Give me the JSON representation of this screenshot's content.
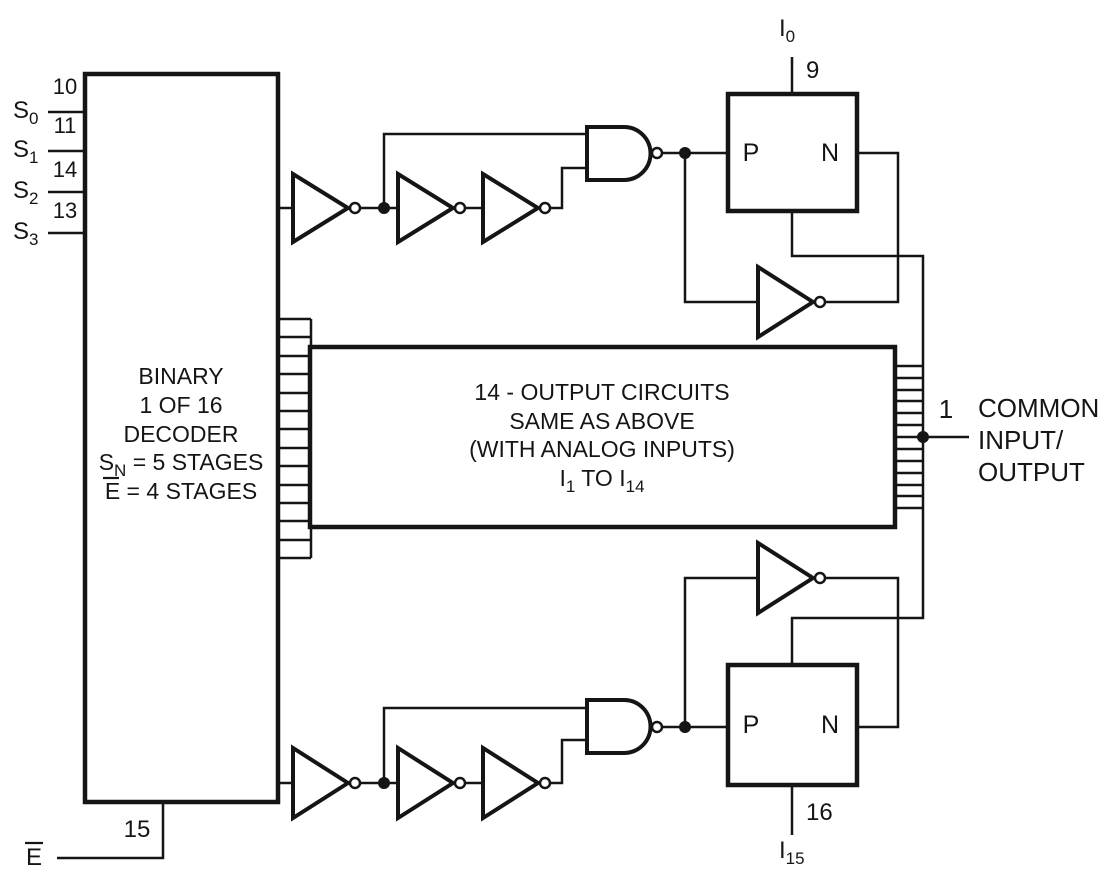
{
  "colors": {
    "ink": "#151515",
    "background": "#ffffff"
  },
  "decoder": {
    "lines": [
      "BINARY",
      "1 OF 16",
      "DECODER"
    ],
    "sn_stages": {
      "base": "S",
      "sub": "N",
      "rest": " = 5 STAGES"
    },
    "e_stages": {
      "base": "E",
      "rest": " = 4 STAGES",
      "overline_on_e": true
    },
    "select_inputs": [
      {
        "label": "S",
        "sub": "0",
        "pin": "10"
      },
      {
        "label": "S",
        "sub": "1",
        "pin": "11"
      },
      {
        "label": "S",
        "sub": "2",
        "pin": "14"
      },
      {
        "label": "S",
        "sub": "3",
        "pin": "13"
      }
    ],
    "enable_input": {
      "label": "E",
      "overline": true,
      "pin": "15"
    }
  },
  "output_circuits_block": {
    "lines": [
      "14 - OUTPUT CIRCUITS",
      "SAME AS ABOVE",
      "(WITH ANALOG INPUTS)"
    ],
    "range": {
      "base1": "I",
      "sub1": "1",
      "mid": " TO I",
      "sub2": "14"
    }
  },
  "channel_top": {
    "input": {
      "base": "I",
      "sub": "0"
    },
    "input_pin": "9",
    "p_label": "P",
    "n_label": "N"
  },
  "channel_bottom": {
    "input": {
      "base": "I",
      "sub": "15"
    },
    "input_pin": "16",
    "p_label": "P",
    "n_label": "N"
  },
  "common_io": {
    "pin": "1",
    "lines": [
      "COMMON",
      "INPUT/",
      "OUTPUT"
    ]
  }
}
